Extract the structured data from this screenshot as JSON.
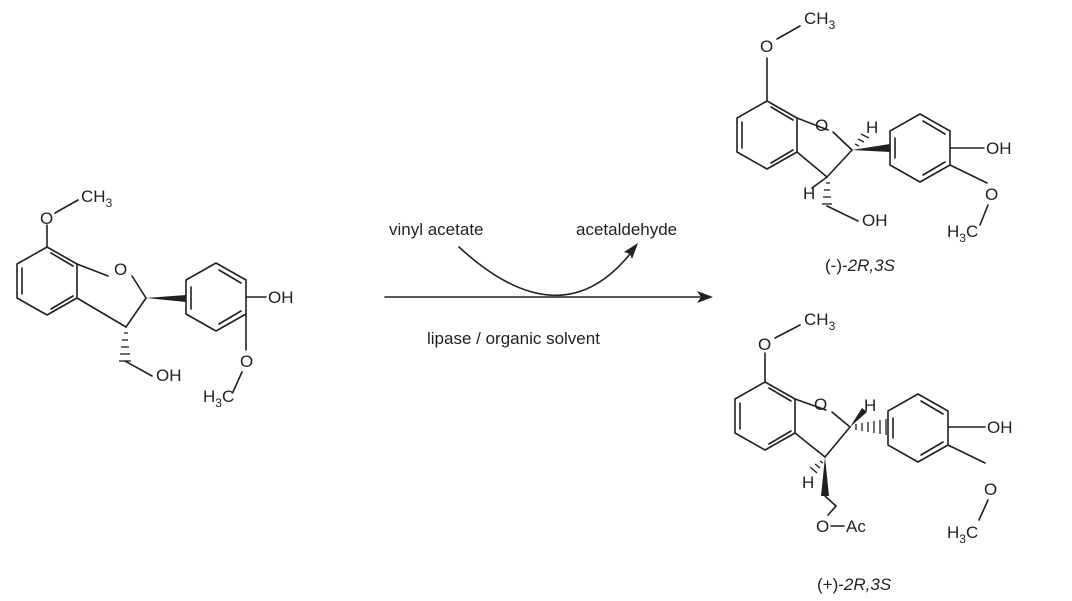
{
  "reaction": {
    "reagent_above": "vinyl acetate",
    "byproduct_above": "acetaldehyde",
    "conditions_below": "lipase / organic solvent"
  },
  "atoms": {
    "methyl_c": "CH",
    "methyl_sub": "3",
    "oxygen": "O",
    "hydroxyl": "OH",
    "hydrogen": "H",
    "methoxy_h": "H",
    "methoxy_sub": "3",
    "methoxy_c": "C",
    "acetyl": "Ac"
  },
  "products": {
    "alcohol": {
      "sign": "(-)-",
      "config": "2R,3S"
    },
    "ester": {
      "sign": "(+)-",
      "config": "2R,3S"
    }
  }
}
